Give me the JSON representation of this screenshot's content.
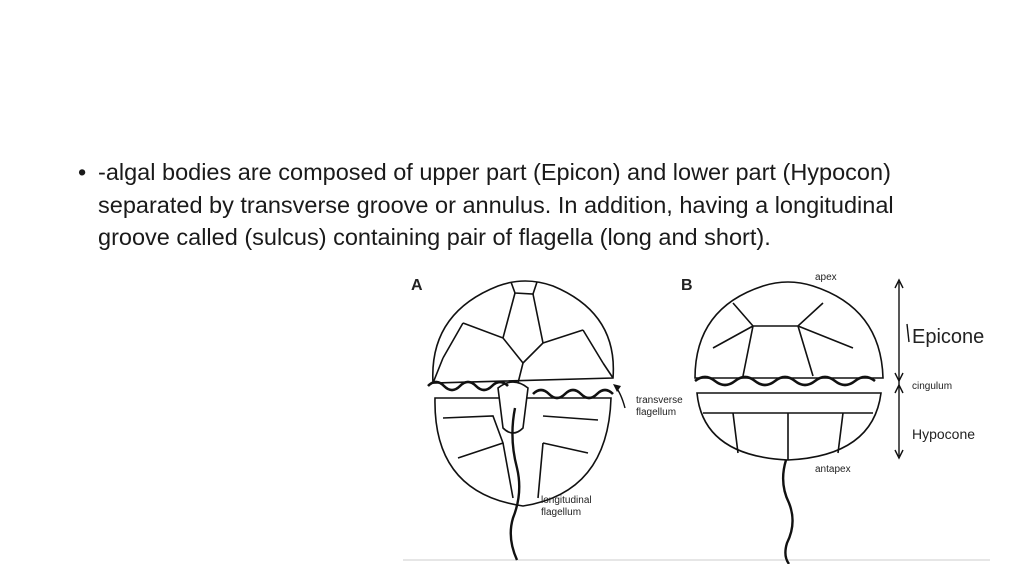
{
  "slide": {
    "bullet_symbol": "•",
    "bullet_text": "-algal bodies are composed of upper part (Epicon) and lower part (Hypocon) separated by transverse groove or annulus. In addition, having a longitudinal groove called (sulcus) containing pair of flagella (long and short)."
  },
  "figure": {
    "panel_a_label": "A",
    "panel_b_label": "B",
    "transverse_flagellum_line1": "transverse",
    "transverse_flagellum_line2": "flagellum",
    "longitudinal_flagellum_line1": "longitudinal",
    "longitudinal_flagellum_line2": "flagellum",
    "apex_label": "apex",
    "antapex_label": "antapex",
    "epicone_label": "Epicone",
    "cingulum_label": "cingulum",
    "hypocone_label": "Hypocone"
  }
}
